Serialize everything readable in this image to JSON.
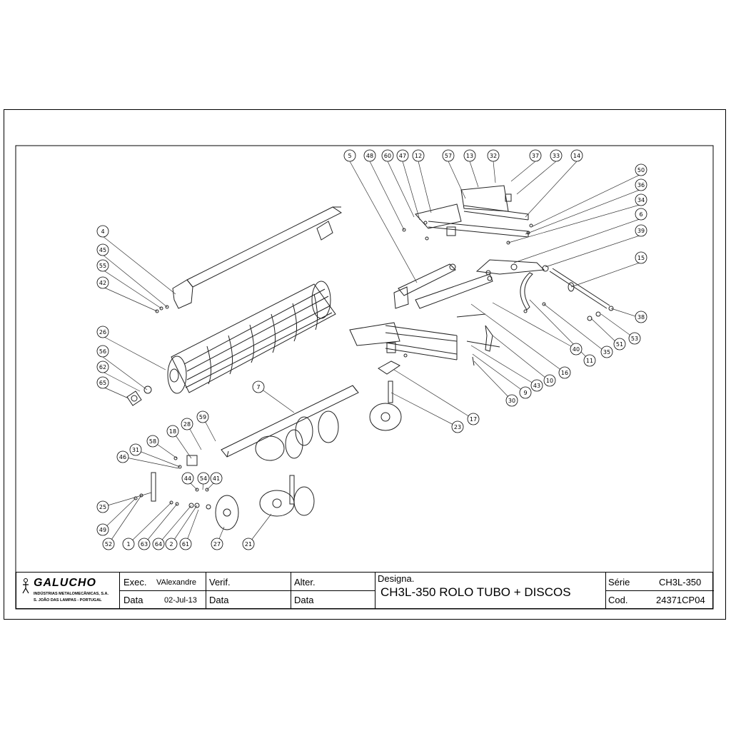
{
  "company": {
    "name": "GALUCHO",
    "subtitle": "INDÚSTRIAS METALOMECÂNICAS, S.A.",
    "address": "S. JOÃO DAS LAMPAS - PORTUGAL",
    "logo_icon": "figure-logo-icon"
  },
  "title_block": {
    "exec_label": "Exec.",
    "exec_value": "VAlexandre",
    "data_label": "Data",
    "data_value": "02-Jul-13",
    "verif_label": "Verif.",
    "verif_data_label": "Data",
    "alter_label": "Alter.",
    "alter_data_label": "Data",
    "designation_label": "Designa.",
    "designation_value": "CH3L-350 ROLO TUBO + DISCOS",
    "serie_label": "Série",
    "serie_value": "CH3L-350",
    "cod_label": "Cod.",
    "cod_value": "24371CP04"
  },
  "callouts": [
    "5",
    "48",
    "60",
    "47",
    "12",
    "57",
    "13",
    "32",
    "37",
    "33",
    "14",
    "50",
    "36",
    "34",
    "6",
    "39",
    "15",
    "4",
    "45",
    "55",
    "42",
    "26",
    "56",
    "62",
    "65",
    "38",
    "53",
    "51",
    "35",
    "11",
    "16",
    "10",
    "40",
    "43",
    "9",
    "30",
    "17",
    "23",
    "7",
    "59",
    "28",
    "18",
    "58",
    "31",
    "46",
    "44",
    "54",
    "41",
    "25",
    "49",
    "52",
    "1",
    "63",
    "64",
    "2",
    "61",
    "27",
    "21"
  ]
}
